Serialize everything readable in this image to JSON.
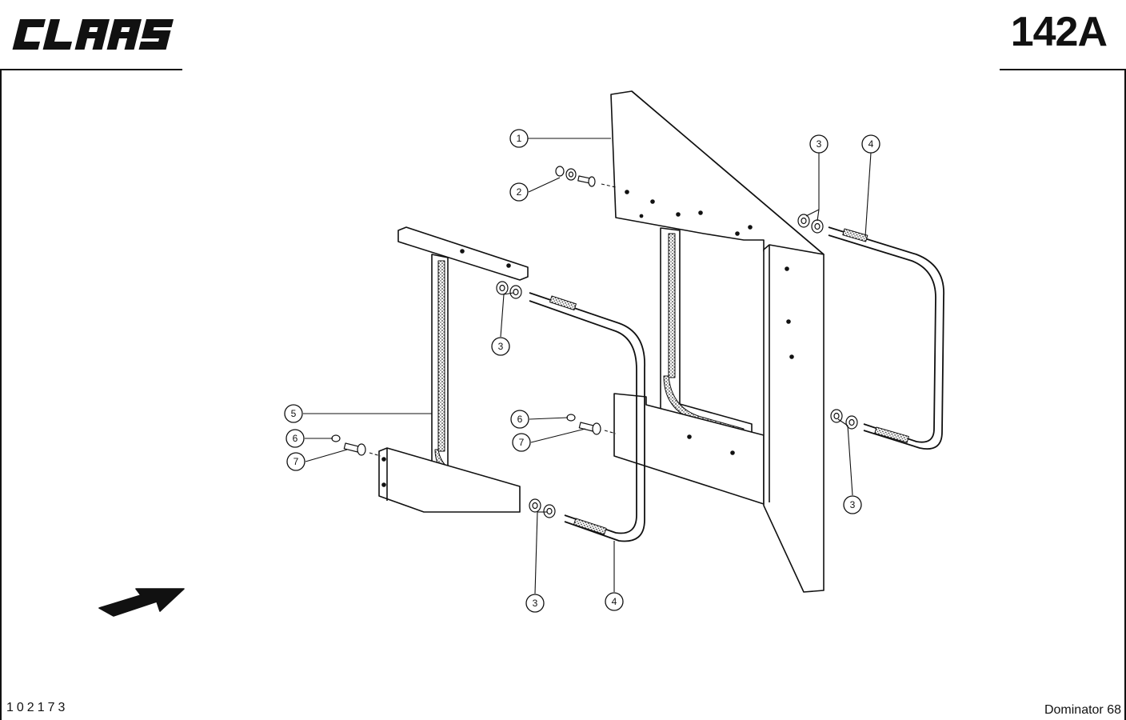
{
  "header": {
    "logo_text": "CLAAS",
    "page_number": "142A"
  },
  "footer": {
    "document_number": "102173",
    "model": "Dominator 68"
  },
  "callouts": {
    "c1": "1",
    "c2": "2",
    "c3a": "3",
    "c3b": "3",
    "c3c": "3",
    "c3d": "3",
    "c4a": "4",
    "c4b": "4",
    "c5": "5",
    "c6a": "6",
    "c6b": "6",
    "c7a": "7",
    "c7b": "7"
  },
  "colors": {
    "ink": "#111111",
    "paper": "#ffffff",
    "hatch": "#555555"
  }
}
